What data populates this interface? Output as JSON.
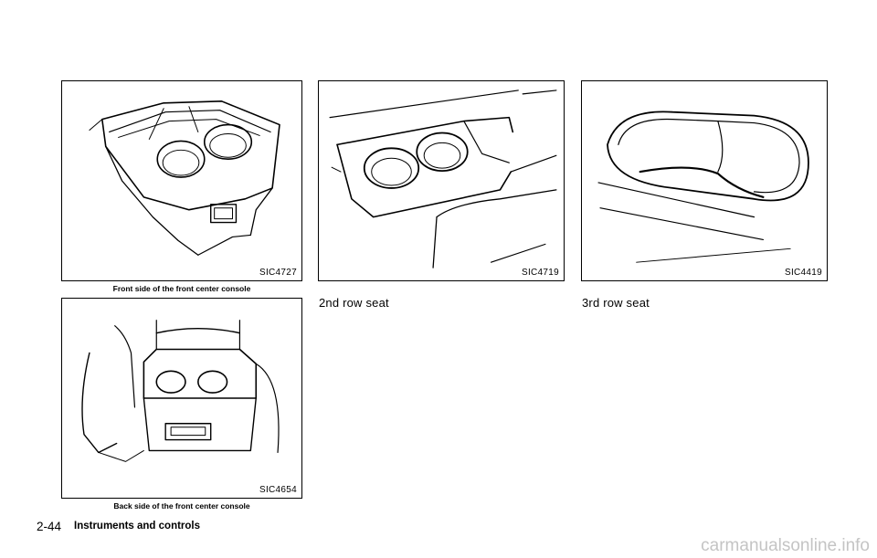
{
  "figures": [
    {
      "code": "SIC4727",
      "caption": "Front side of the front center console"
    },
    {
      "code": "SIC4654",
      "caption": "Back side of the front center console"
    },
    {
      "code": "SIC4719"
    },
    {
      "code": "SIC4419"
    }
  ],
  "labels": {
    "second_row": "2nd row seat",
    "third_row": "3rd row seat"
  },
  "footer": {
    "page_number": "2-44",
    "section_title": "Instruments and controls"
  },
  "watermark": "carmanualsonline.info"
}
